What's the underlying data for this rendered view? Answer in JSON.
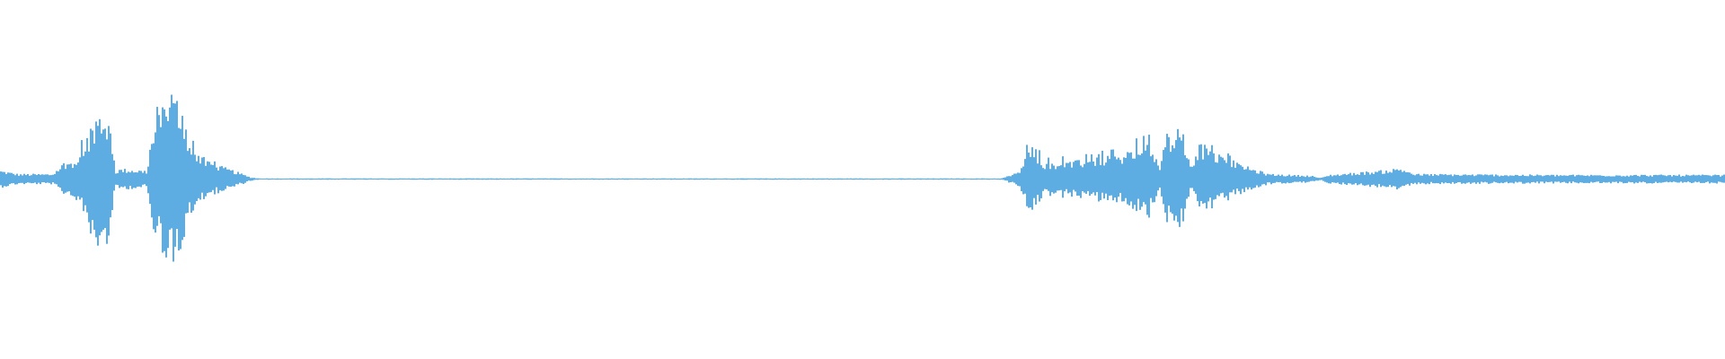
{
  "chart_data": {
    "type": "area",
    "subtype": "audio-waveform",
    "title": "",
    "xlabel": "",
    "ylabel": "",
    "grid": false,
    "legend": "none",
    "color": "#5dade2",
    "background": "#ffffff",
    "xlim": [
      0,
      1
    ],
    "ylim": [
      -1,
      1
    ],
    "envelope": {
      "x": [
        0,
        0.01,
        0.03,
        0.037,
        0.045,
        0.05,
        0.055,
        0.06,
        0.063,
        0.066,
        0.07,
        0.085,
        0.087,
        0.095,
        0.1,
        0.105,
        0.11,
        0.12,
        0.135,
        0.145,
        0.15,
        0.58,
        0.59,
        0.597,
        0.6,
        0.605,
        0.62,
        0.65,
        0.665,
        0.672,
        0.675,
        0.685,
        0.69,
        0.695,
        0.705,
        0.72,
        0.735,
        0.76,
        0.765,
        0.77,
        0.788,
        0.8,
        0.812,
        0.82,
        0.85,
        0.9,
        0.95,
        1
      ],
      "amplitude": [
        0.05,
        0.03,
        0.03,
        0.1,
        0.12,
        0.25,
        0.38,
        0.4,
        0.33,
        0.05,
        0.06,
        0.05,
        0.25,
        0.45,
        0.5,
        0.4,
        0.2,
        0.1,
        0.05,
        0.01,
        0.004,
        0.004,
        0.04,
        0.2,
        0.15,
        0.1,
        0.1,
        0.14,
        0.22,
        0.06,
        0.26,
        0.3,
        0.05,
        0.21,
        0.15,
        0.08,
        0.03,
        0.02,
        0.006,
        0.025,
        0.04,
        0.05,
        0.065,
        0.03,
        0.028,
        0.025,
        0.025,
        0.025
      ]
    }
  }
}
